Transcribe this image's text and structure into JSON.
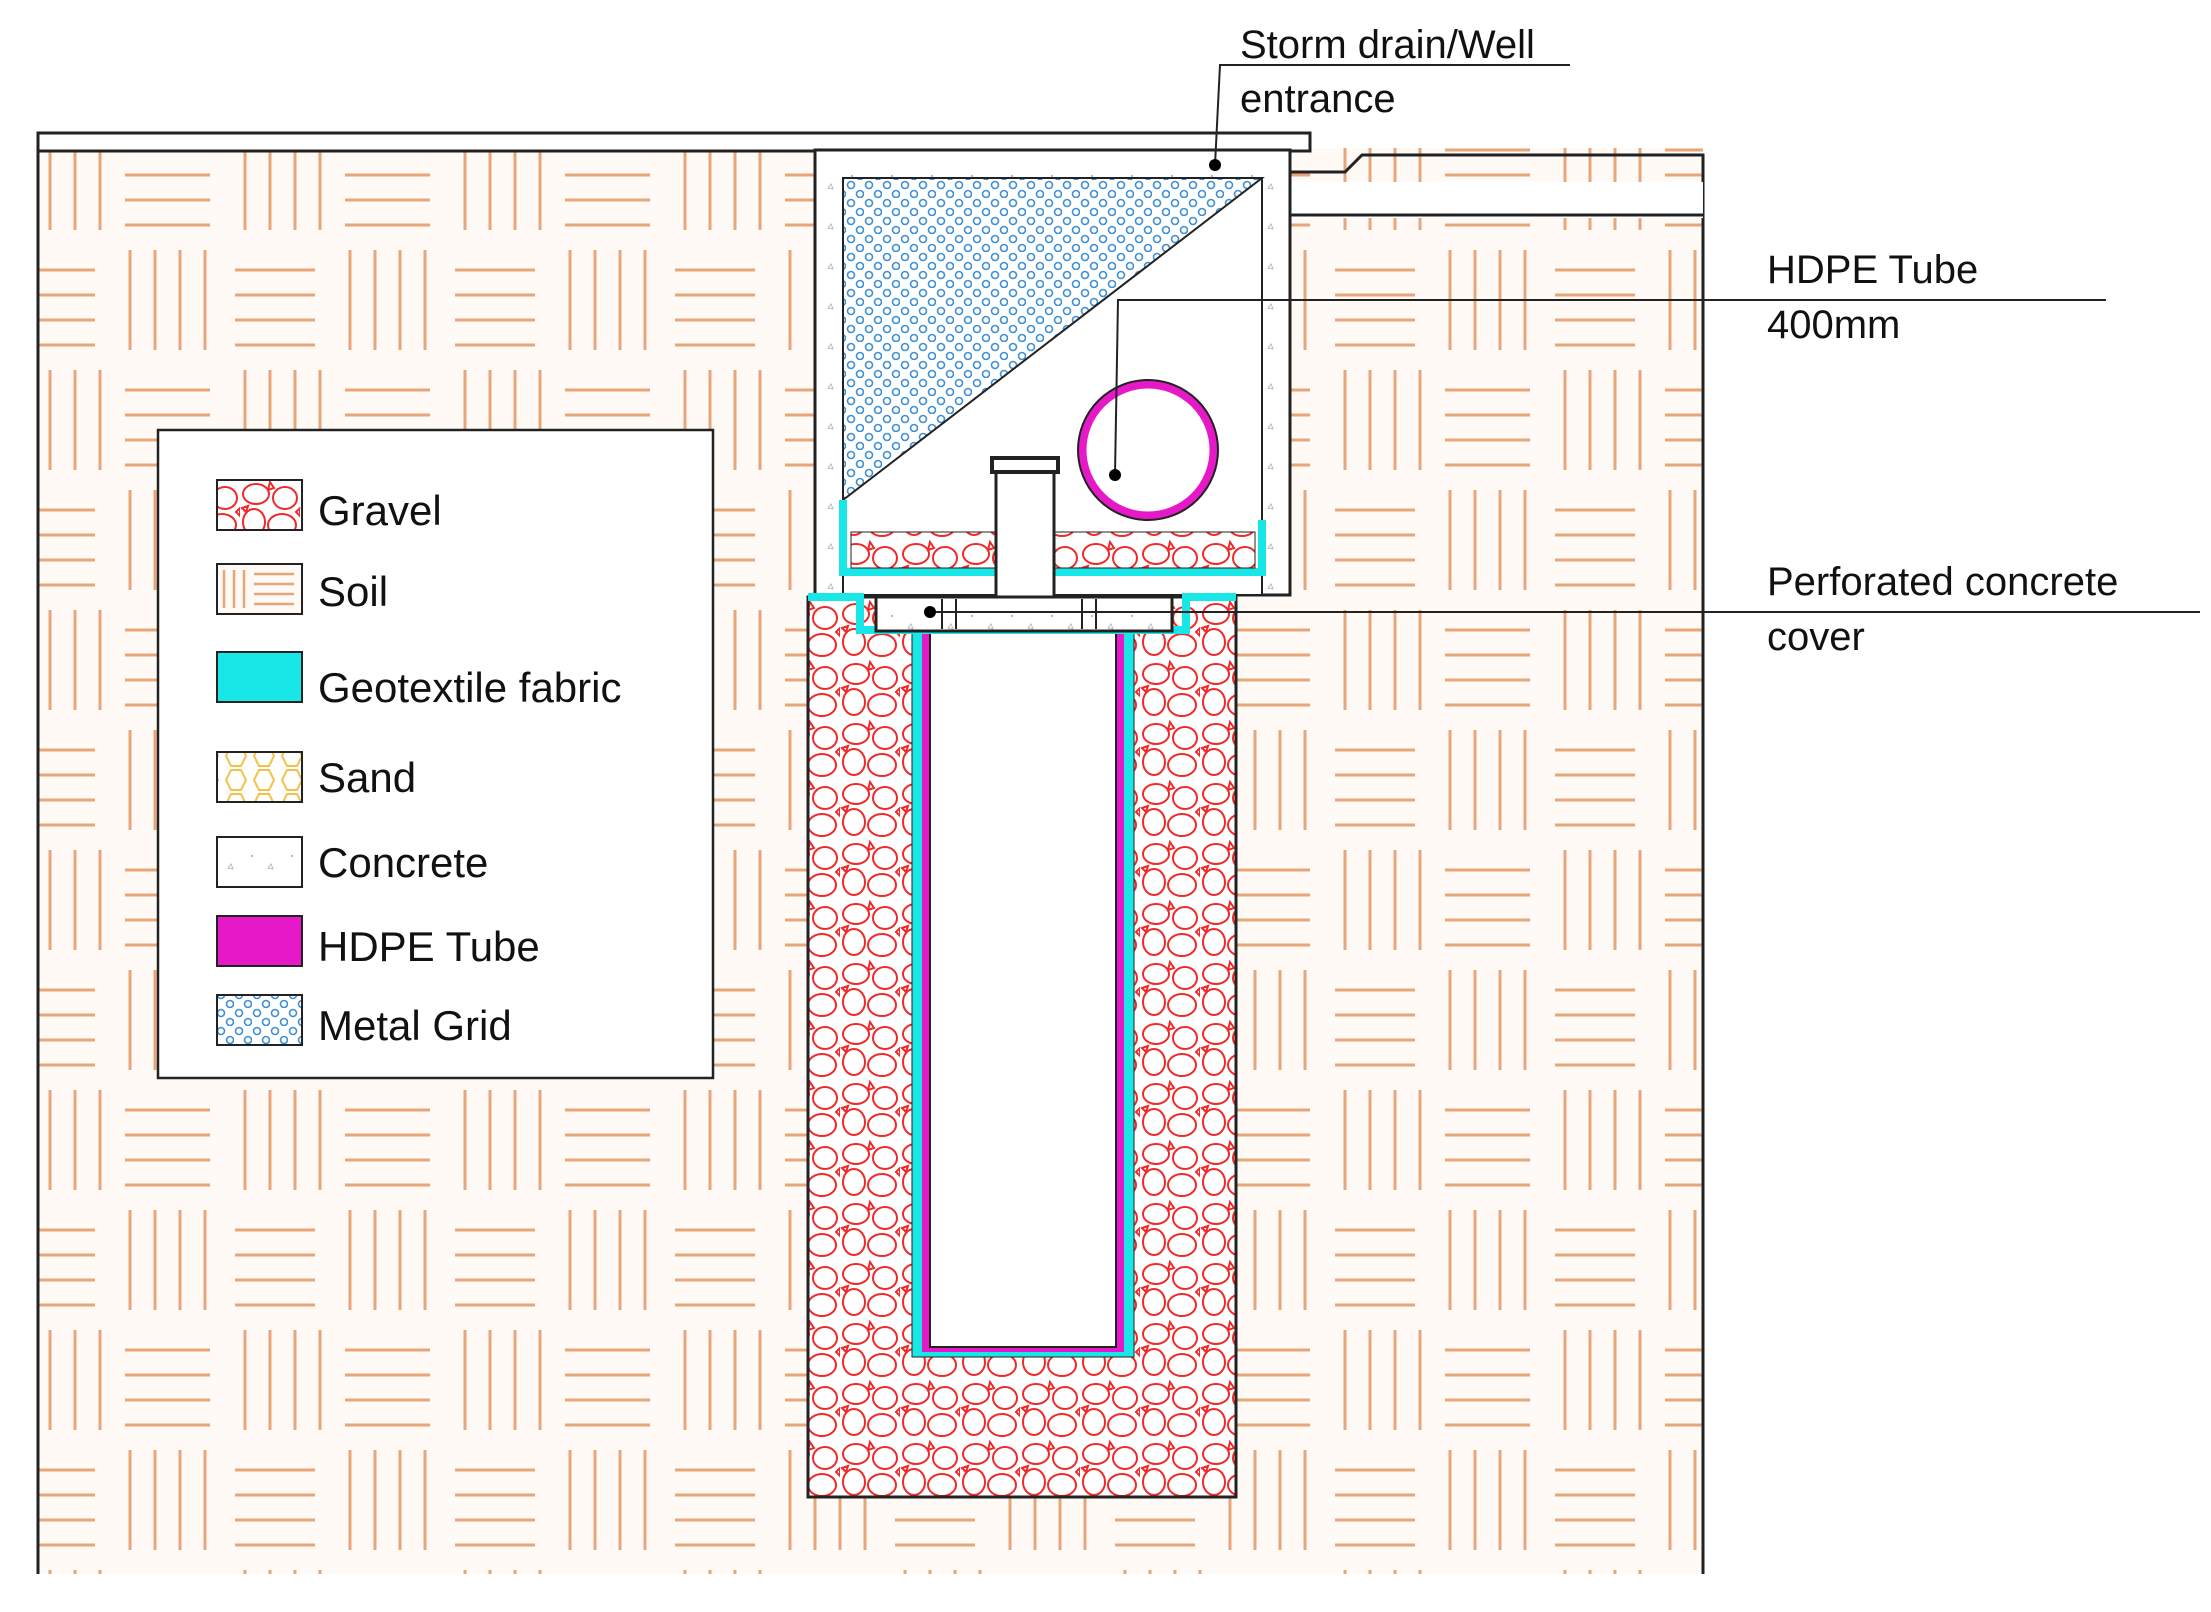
{
  "callouts": {
    "storm_drain": [
      "Storm drain/Well",
      "entrance"
    ],
    "hdpe_tube": [
      "HDPE Tube",
      "400mm"
    ],
    "cover": [
      "Perforated concrete",
      "cover"
    ]
  },
  "legend": {
    "items": [
      {
        "label": "Gravel",
        "swatch": "gravel"
      },
      {
        "label": "Soil",
        "swatch": "soil"
      },
      {
        "label": "Geotextile fabric",
        "swatch": "geotextile"
      },
      {
        "label": "Sand",
        "swatch": "sand"
      },
      {
        "label": "Concrete",
        "swatch": "concrete"
      },
      {
        "label": "HDPE Tube",
        "swatch": "hdpe"
      },
      {
        "label": "Metal Grid",
        "swatch": "metalgrid"
      }
    ]
  },
  "colors": {
    "soil": "#e7a57a",
    "gravel": "#ef2a2a",
    "geotextile": "#19e6e6",
    "sand": "#f2c24a",
    "hdpe": "#e619c9",
    "metal_grid": "#3d8fd6",
    "line": "#222222"
  }
}
